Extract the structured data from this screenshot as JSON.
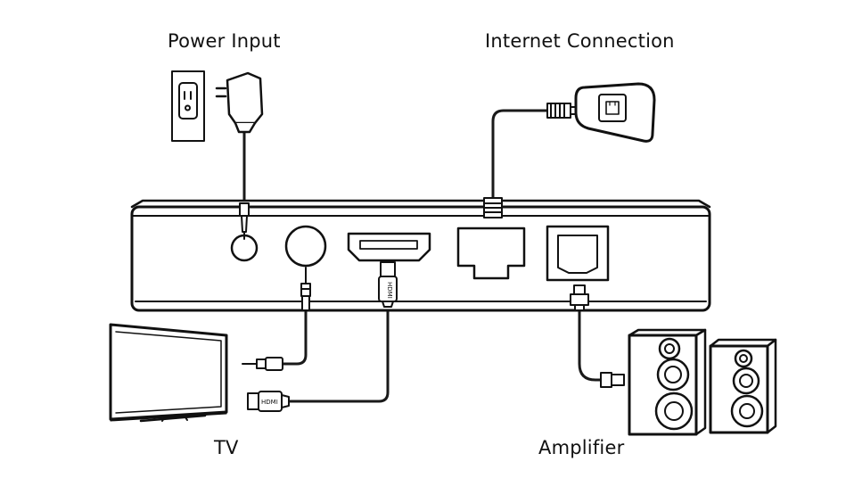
{
  "labels": {
    "power_input": "Power Input",
    "internet_connection": "Internet Connection",
    "tv": "TV",
    "amplifier": "Amplifier"
  },
  "connector_text": {
    "hdmi": "HDMI"
  },
  "colors": {
    "line": "#111111",
    "fill": "#ffffff",
    "cable": "#1a1a1a"
  }
}
